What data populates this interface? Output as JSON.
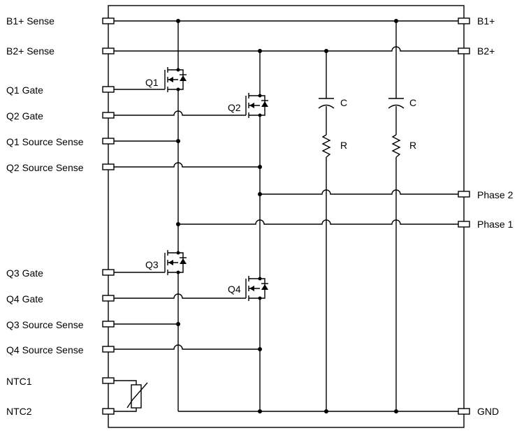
{
  "left_pins": {
    "b1_sense": "B1+ Sense",
    "b2_sense": "B2+ Sense",
    "q1_gate": "Q1 Gate",
    "q2_gate": "Q2 Gate",
    "q1_source_sense": "Q1 Source Sense",
    "q2_source_sense": "Q2 Source Sense",
    "q3_gate": "Q3 Gate",
    "q4_gate": "Q4 Gate",
    "q3_source_sense": "Q3 Source Sense",
    "q4_source_sense": "Q4 Source Sense",
    "ntc1": "NTC1",
    "ntc2": "NTC2"
  },
  "right_pins": {
    "b1": "B1+",
    "b2": "B2+",
    "phase2": "Phase 2",
    "phase1": "Phase 1",
    "gnd": "GND"
  },
  "components": {
    "q1": "Q1",
    "q2": "Q2",
    "q3": "Q3",
    "q4": "Q4",
    "c1": "C",
    "r1": "R",
    "c2": "C",
    "r2": "R"
  }
}
